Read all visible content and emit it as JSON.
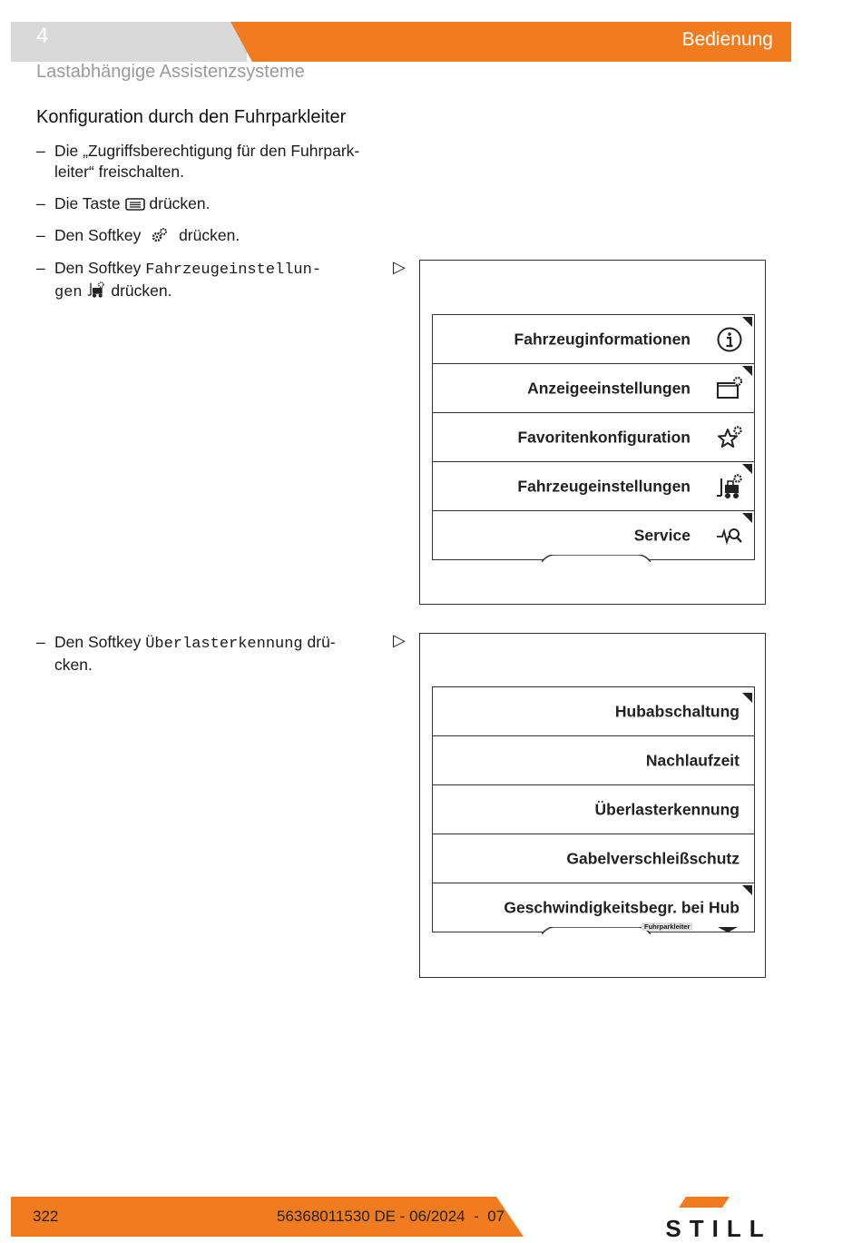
{
  "header": {
    "chapter": "4",
    "section": "Bedienung",
    "subheading": "Lastabhängige Assistenzsysteme"
  },
  "content": {
    "heading": "Konfiguration durch den Fuhrparkleiter",
    "steps": [
      {
        "line1": "Die „Zugriffsberechtigung für den Fuhrpark-",
        "line2": "leiter“ freischalten."
      },
      {
        "before": "Die Taste",
        "after": "drücken.",
        "icon": "menu-key-icon"
      },
      {
        "before": "Den Softkey",
        "after": "drücken.",
        "icon": "gears-icon"
      },
      {
        "before": "Den Softkey",
        "code1": "Fahrzeugeinstellun-",
        "code2": "gen",
        "after": "drücken.",
        "icon": "forklift-settings-icon"
      },
      {
        "before": "Den Softkey",
        "code": "Überlasterkennung",
        "after": "drü-",
        "line2": "cken."
      }
    ],
    "result_marker": "▷"
  },
  "screen1": {
    "items": [
      {
        "label": "Fahrzeuginformationen",
        "icon": "info-icon"
      },
      {
        "label": "Anzeigeeinstellungen",
        "icon": "display-settings-icon"
      },
      {
        "label": "Favoritenkonfiguration",
        "icon": "star-settings-icon"
      },
      {
        "label": "Fahrzeugeinstellungen",
        "icon": "forklift-settings-icon"
      },
      {
        "label": "Service",
        "icon": "service-search-icon"
      }
    ]
  },
  "screen2": {
    "items": [
      {
        "label": "Hubabschaltung"
      },
      {
        "label": "Nachlaufzeit"
      },
      {
        "label": "Überlasterkennung"
      },
      {
        "label": "Gabelverschleißschutz"
      },
      {
        "label": "Geschwindigkeitsbegr. bei Hub"
      }
    ],
    "role_tag": "Fuhrparkleiter"
  },
  "footer": {
    "page": "322",
    "doc": "56368011530 DE - 06/2024  -  07",
    "logo": "STILL"
  },
  "colors": {
    "accent": "#f07c1f",
    "gray": "#d9d9d9"
  }
}
